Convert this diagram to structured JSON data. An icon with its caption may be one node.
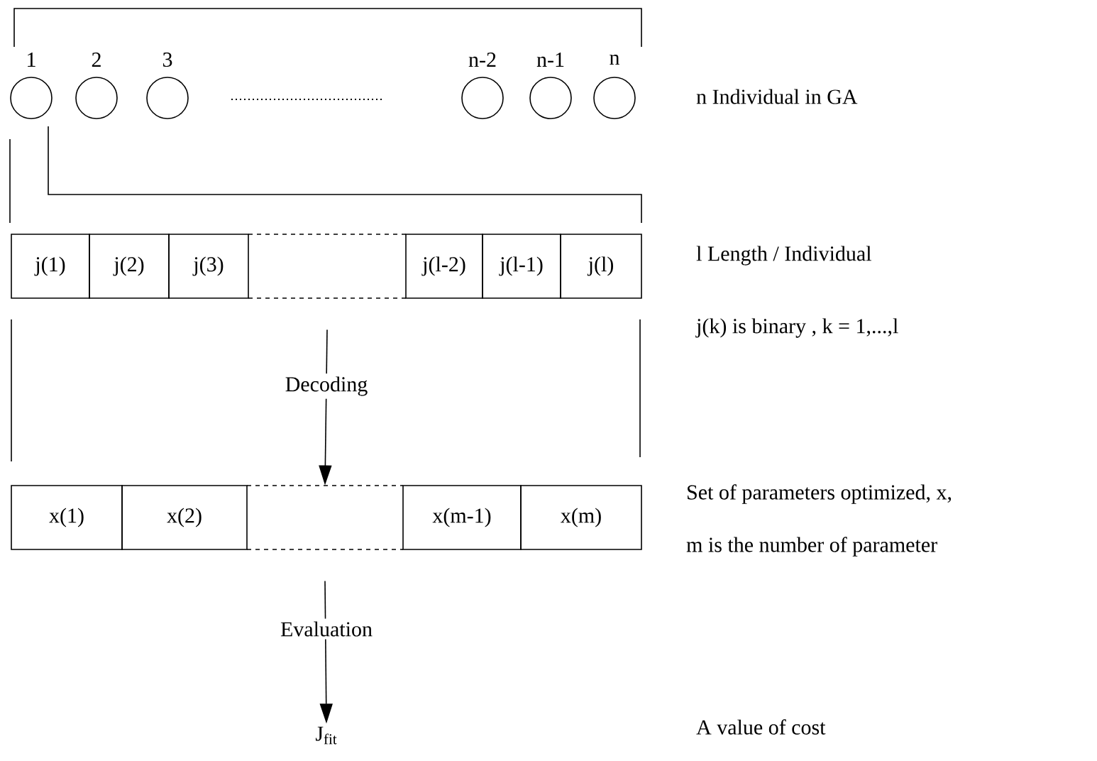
{
  "diagram": {
    "nodes": [
      {
        "text": [],
        "shape": "circle",
        "beside": [
          "1"
        ]
      },
      {
        "text": [],
        "shape": "circle",
        "beside": [
          "2"
        ]
      },
      {
        "text": [],
        "shape": "circle",
        "beside": [
          "3"
        ]
      },
      {
        "text": [],
        "shape": "circle",
        "beside": [
          "n-2"
        ]
      },
      {
        "text": [],
        "shape": "circle",
        "beside": [
          "n-1"
        ]
      },
      {
        "text": [],
        "shape": "circle",
        "beside": [
          "n"
        ]
      },
      {
        "text": [
          "j(1)"
        ]
      },
      {
        "text": [
          "j(2)"
        ]
      },
      {
        "text": [
          "j(3)"
        ]
      },
      {
        "text": [],
        "shape": "box"
      },
      {
        "text": [
          "j(l-2)"
        ]
      },
      {
        "text": [
          "j(l-1)"
        ]
      },
      {
        "text": [
          "j(l)"
        ]
      },
      {
        "text": [
          "x(1)"
        ]
      },
      {
        "text": [
          "x(2)"
        ]
      },
      {
        "text": [],
        "shape": "box"
      },
      {
        "text": [
          "x(m-1)"
        ]
      },
      {
        "text": [
          "x(m)"
        ]
      },
      {
        "text": [
          "J$_{fit}$"
        ]
      }
    ],
    "edges": [
      {
        "from": 9,
        "to": 15,
        "arrow": "to",
        "label": "Decoding"
      },
      {
        "from": 15,
        "to": 18,
        "arrow": "to",
        "label": "Evaluation"
      }
    ],
    "labels": [
      "n Individual in GA",
      "l Length / Individual",
      "j(k) is binary , k = 1,...,l",
      "Set of parameters optimized, x,",
      "m is the number of parameter",
      "A value of cost"
    ]
  }
}
